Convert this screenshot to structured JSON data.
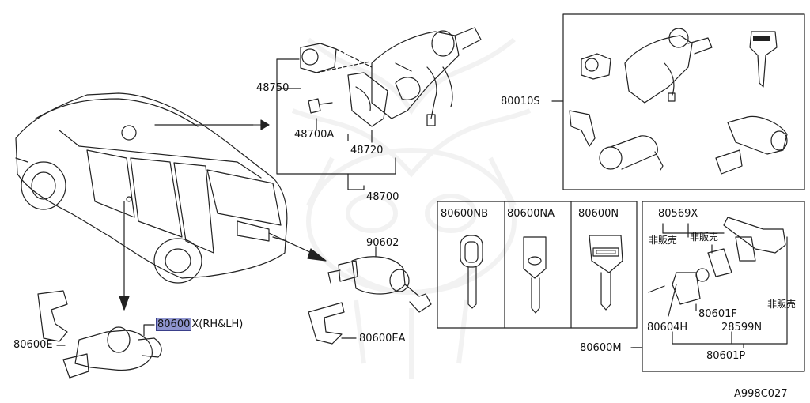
{
  "colors": {
    "highlight": "#8f95cf",
    "line": "#222222",
    "watermark": "#bdbdbd"
  },
  "labels": {
    "p48750": "48750",
    "p48700A": "48700A",
    "p48720": "48720",
    "p48700": "48700",
    "p80010S": "80010S",
    "p80600NB": "80600NB",
    "p80600NA": "80600NA",
    "p80600N": "80600N",
    "p80569X": "80569X",
    "hihanbai1": "非販売",
    "hihanbai2": "非販売",
    "hihanbai3": "非販売",
    "p90602": "90602",
    "p80600X_num": "80600",
    "p80600X_suffix": "X(RH&LH)",
    "p80600E": "80600E",
    "p80600EA": "80600EA",
    "p80601F": "80601F",
    "p80604H": "80604H",
    "p28599N": "28599N",
    "p80600M": "80600M",
    "p80601P": "80601P",
    "diagram_id": "A998C027"
  }
}
